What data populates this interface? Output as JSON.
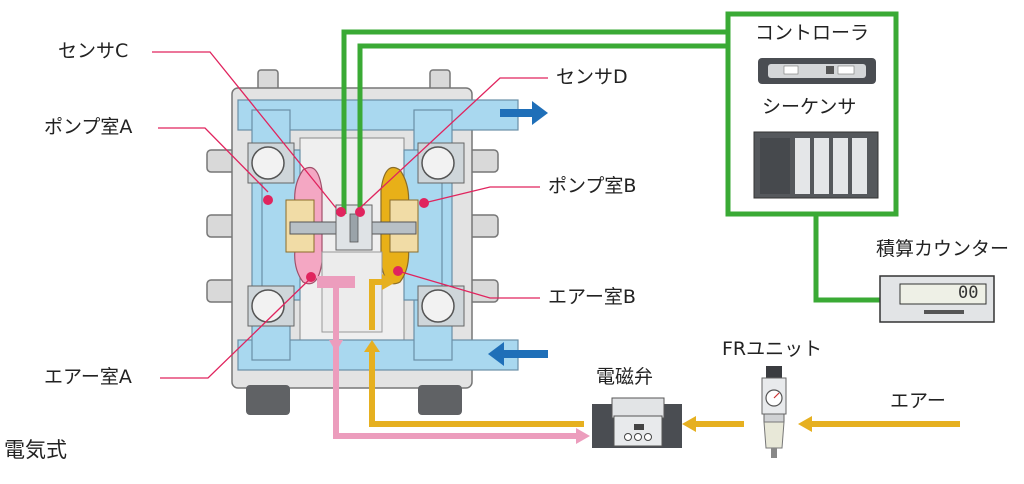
{
  "title": "電気式",
  "labels": {
    "sensor_c": "センサC",
    "sensor_d": "センサD",
    "pump_room_a": "ポンプ室A",
    "pump_room_b": "ポンプ室B",
    "air_room_a": "エアー室A",
    "air_room_b": "エアー室B",
    "controller": "コントローラ",
    "sequencer": "シーケンサ",
    "counter": "積算カウンター",
    "fr_unit": "FRユニット",
    "solenoid_valve": "電磁弁",
    "air": "エアー"
  },
  "counter_display": "00",
  "colors": {
    "signal_line": "#3aaa35",
    "air_supply": "#e6b020",
    "exhaust": "#ec9dbd",
    "flow_arrow": "#1f6fb8",
    "fluid_chamber": "#a9d8ef",
    "leader_line": "#e0245e",
    "sensor_dot": "#e0245e",
    "diaphragm_a": "#f4a7c3",
    "diaphragm_b": "#e8b018",
    "body": "#d8d8d8"
  }
}
